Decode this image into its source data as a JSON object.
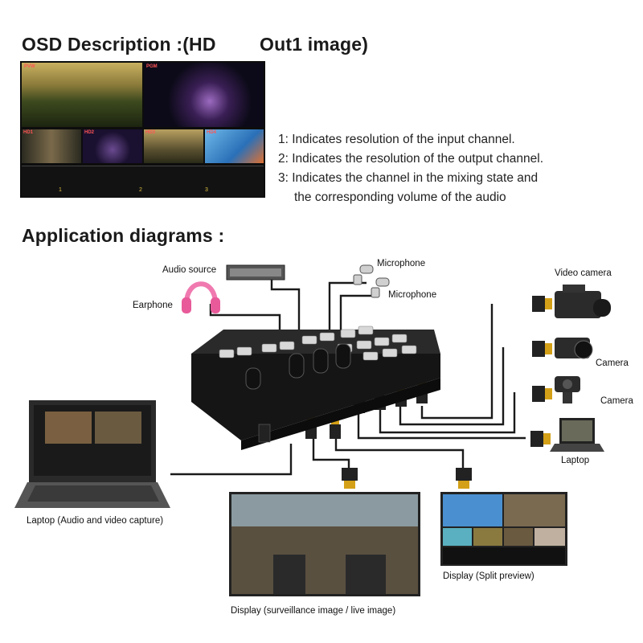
{
  "osd": {
    "title_part1": "OSD Description :(HD",
    "title_part2": "Out1 image)",
    "notes": [
      "1: Indicates resolution of the input channel.",
      "2: Indicates the resolution of the output channel.",
      "3: Indicates the channel in the mixing state and",
      "the corresponding volume of the audio"
    ],
    "tags": [
      "PVW",
      "PGM",
      "HD1",
      "HD2",
      "HD3",
      "HD4"
    ],
    "numbers": [
      "1",
      "2",
      "3"
    ]
  },
  "app": {
    "title": "Application diagrams :",
    "labels": {
      "audio_source": "Audio source",
      "earphone": "Earphone",
      "microphone_1": "Microphone",
      "microphone_2": "Microphone",
      "video_camera": "Video camera",
      "camera_1": "Camera",
      "camera_2": "Camera",
      "laptop_right": "Laptop",
      "laptop_left": "Laptop (Audio and video capture)",
      "display_live": "Display (surveillance image / live image)",
      "display_split": "Display (Split preview)"
    }
  },
  "colors": {
    "accent_gold": "#d4a017",
    "device_black": "#151515",
    "cable": "#1a1a1a"
  }
}
